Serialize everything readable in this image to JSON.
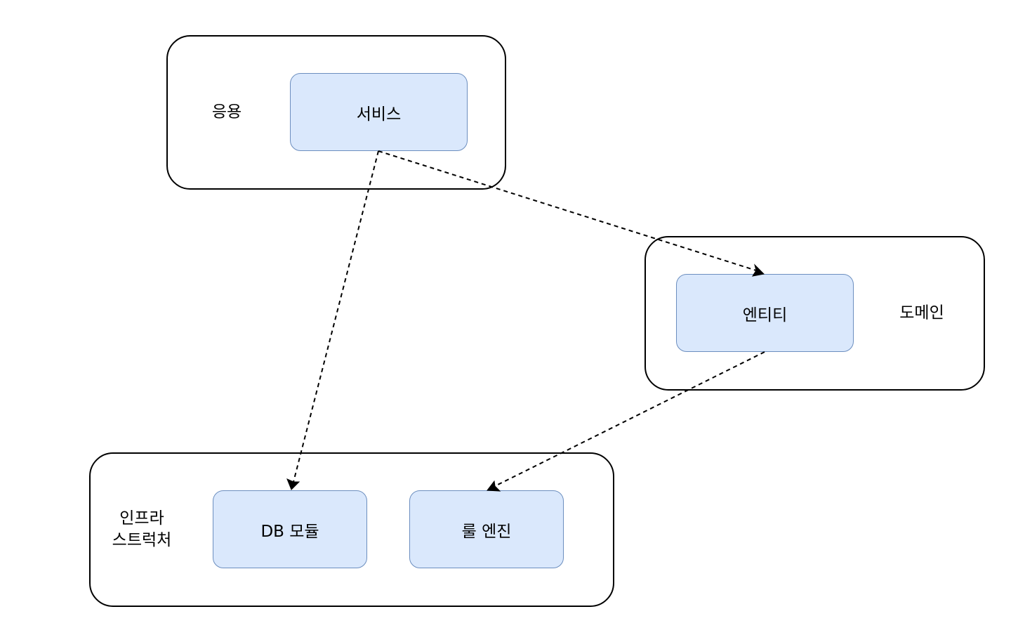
{
  "groups": {
    "application": {
      "label": "응용"
    },
    "domain": {
      "label": "도메인"
    },
    "infrastructure": {
      "label": "인프라\n스트럭처"
    }
  },
  "nodes": {
    "service": {
      "label": "서비스"
    },
    "entity": {
      "label": "엔티티"
    },
    "db_module": {
      "label": "DB 모듈"
    },
    "rule_engine": {
      "label": "룰 엔진"
    }
  },
  "edges": [
    {
      "from": "서비스",
      "to": "DB 모듈",
      "style": "dashed"
    },
    {
      "from": "서비스",
      "to": "엔티티",
      "style": "dashed"
    },
    {
      "from": "엔티티",
      "to": "룰 엔진",
      "style": "dashed"
    }
  ],
  "colors": {
    "node_fill": "#dae8fc",
    "node_border": "#6c8ebf",
    "group_border": "#000000",
    "edge": "#000000"
  }
}
